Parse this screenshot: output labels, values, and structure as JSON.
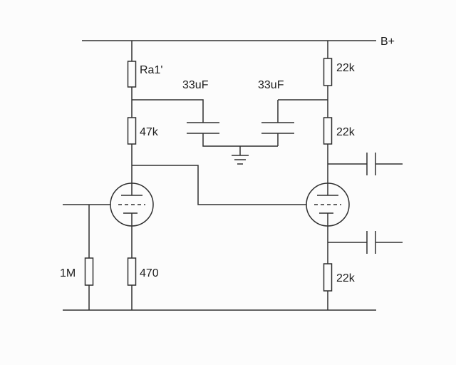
{
  "schematic": {
    "type": "tube-amplifier-circuit",
    "power_rail_label": "B+",
    "components": {
      "ra1": {
        "label": "Ra1'"
      },
      "r_47k": {
        "label": "47k"
      },
      "c_left": {
        "label": "33uF"
      },
      "c_right": {
        "label": "33uF"
      },
      "r_22k_top": {
        "label": "22k"
      },
      "r_22k_mid": {
        "label": "22k"
      },
      "r_22k_bottom": {
        "label": "22k"
      },
      "r_1m": {
        "label": "1M"
      },
      "r_470": {
        "label": "470"
      }
    },
    "colors": {
      "wire": "#303030",
      "background": "#fcfcfc",
      "text": "#1d1d1d"
    }
  }
}
